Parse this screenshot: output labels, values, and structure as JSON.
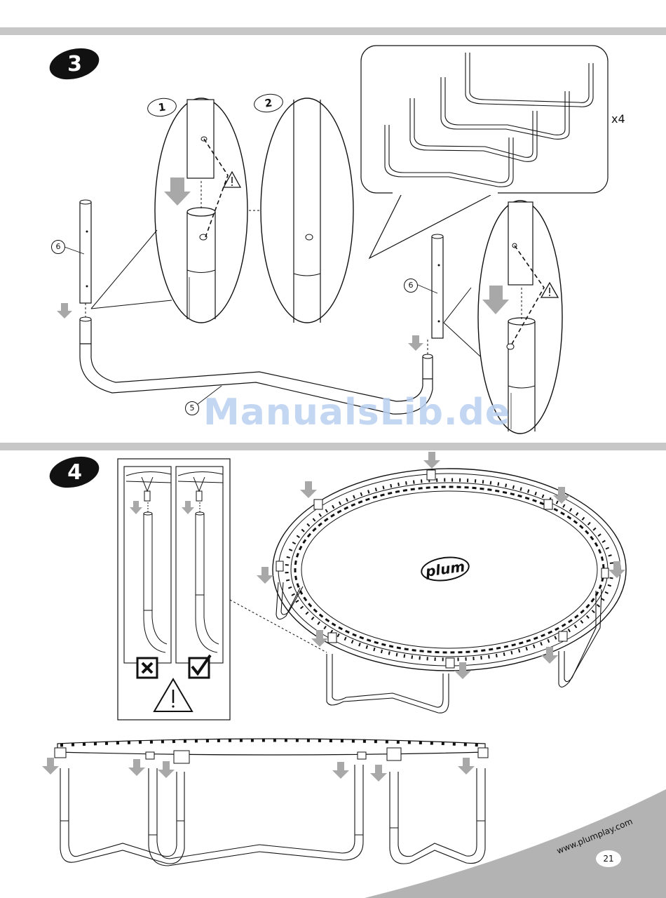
{
  "page": {
    "number": "21",
    "website": "www.plumplay.com",
    "watermark": "ManualsLib.de",
    "brand_logo": "plum"
  },
  "step3": {
    "badge": "3",
    "detail_1": "1",
    "detail_2": "2",
    "part_upper_pole_left": "6",
    "part_upper_pole_right": "6",
    "part_base": "5",
    "quantity": "x4"
  },
  "step4": {
    "badge": "4"
  },
  "icons": [
    "warning-triangle-icon",
    "down-arrow-icon",
    "wrong-mark-icon",
    "correct-mark-icon"
  ],
  "colors": {
    "band": "#c7c7c7",
    "arrow": "#a8a8a8",
    "badge": "#111111",
    "watermark": "#b9cff0",
    "footer_swoosh": "#b3b3b3"
  }
}
